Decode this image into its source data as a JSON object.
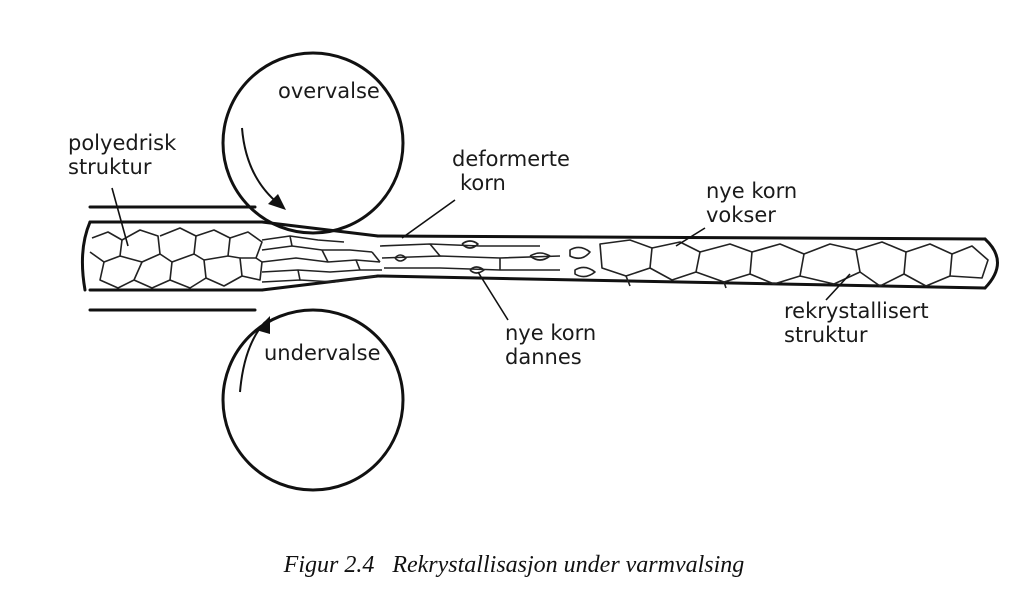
{
  "labels": {
    "upper_roll": "overvalse",
    "lower_roll": "undervalse",
    "polyhedral_line1": "polyedrisk",
    "polyhedral_line2": "struktur",
    "deformed_line1": "deformerte",
    "deformed_line2": "korn",
    "new_grains_form_line1": "nye korn",
    "new_grains_form_line2": "dannes",
    "new_grains_grow_line1": "nye korn",
    "new_grains_grow_line2": "vokser",
    "recrystallized_line1": "rekrystallisert",
    "recrystallized_line2": "struktur"
  },
  "caption": {
    "figure_number": "Figur 2.4",
    "title": "Rekrystallisasjon under varmvalsing"
  }
}
